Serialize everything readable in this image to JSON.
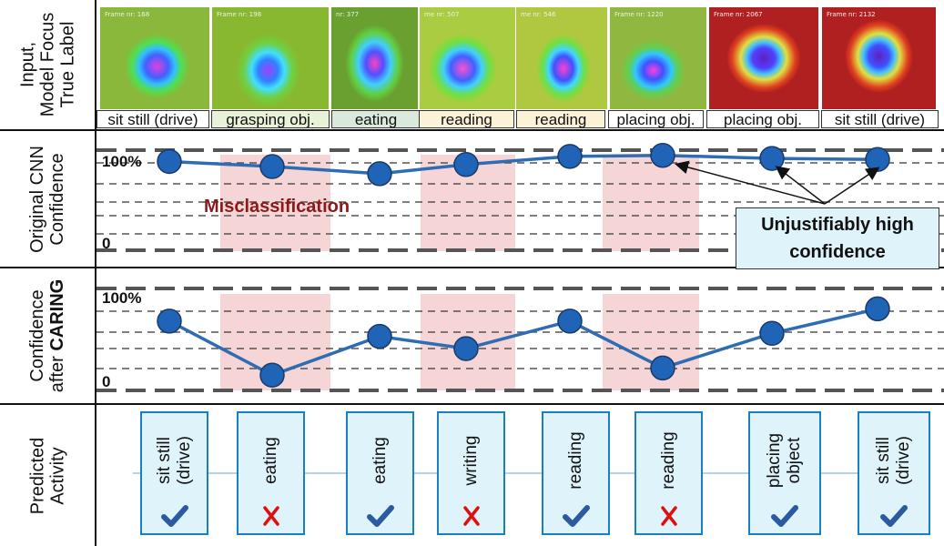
{
  "row_labels": {
    "row1": "Input,\nModel Focus\nTrue Label",
    "row2": "Original CNN\nConfidence",
    "row3_line1": "Confidence",
    "row3_prefix": "after ",
    "row3_bold": "CARING",
    "row4": "Predicted\nActivity"
  },
  "frames": [
    {
      "nr": "Frame nr: 168",
      "true_label": "sit still (drive)"
    },
    {
      "nr": "Frame nr: 198",
      "true_label": "grasping obj."
    },
    {
      "nr": "nr: 377",
      "true_label": "eating"
    },
    {
      "nr": "me nr: 507",
      "true_label": "reading"
    },
    {
      "nr": "me nr: 546",
      "true_label": "reading"
    },
    {
      "nr": "Frame nr: 1220",
      "true_label": "placing obj."
    },
    {
      "nr": "Frame nr: 2067",
      "true_label": "placing obj."
    },
    {
      "nr": "Frame nr: 2132",
      "true_label": "sit still (drive)"
    }
  ],
  "chart_data": [
    {
      "type": "line",
      "x": [
        1,
        2,
        3,
        4,
        5,
        6,
        7,
        8
      ],
      "values": [
        0.88,
        0.83,
        0.76,
        0.85,
        0.93,
        0.94,
        0.91,
        0.9
      ],
      "ylim": [
        0,
        1
      ],
      "tick_labels": [
        "100%",
        "0"
      ],
      "annotation_misclass": "Misclassification",
      "annotation_conf_line1": "Unjustifiably high",
      "annotation_conf_line2": "confidence",
      "highlighted_indices": [
        1,
        3,
        5
      ]
    },
    {
      "type": "line",
      "x": [
        1,
        2,
        3,
        4,
        5,
        6,
        7,
        8
      ],
      "values": [
        0.68,
        0.15,
        0.53,
        0.41,
        0.68,
        0.22,
        0.56,
        0.8
      ],
      "ylim": [
        0,
        1
      ],
      "tick_labels": [
        "100%",
        "0"
      ],
      "highlighted_indices": [
        1,
        3,
        5
      ]
    }
  ],
  "predictions": [
    {
      "label": "sit still\n(drive)",
      "correct": true
    },
    {
      "label": "eating",
      "correct": false
    },
    {
      "label": "eating",
      "correct": true
    },
    {
      "label": "writing",
      "correct": false
    },
    {
      "label": "reading",
      "correct": true
    },
    {
      "label": "reading",
      "correct": false
    },
    {
      "label": "placing\nobject",
      "correct": true
    },
    {
      "label": "sit still\n(drive)",
      "correct": true
    }
  ],
  "colors": {
    "line": "#2e6db4",
    "marker": "#1f64b6",
    "highlight": "#f5d5d5",
    "check": "#2b5aa0",
    "cross": "#e01010",
    "misclass": "#8b1a1a"
  }
}
